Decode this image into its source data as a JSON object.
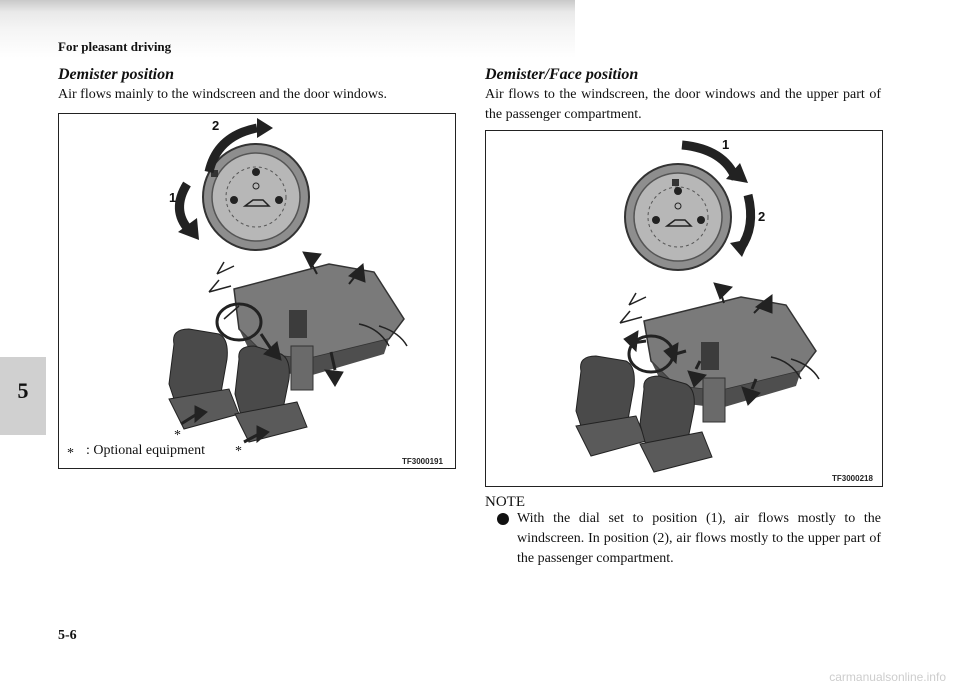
{
  "header": {
    "title": "For pleasant driving"
  },
  "section_tab": {
    "number": "5"
  },
  "left": {
    "heading": "Demister position",
    "body": "Air flows mainly to the windscreen and the door windows.",
    "figure": {
      "label_1": "1",
      "label_2": "2",
      "code": "TF3000191",
      "legend_mark": "*",
      "legend_text": ": Optional equipment",
      "asterisk_mark": "*"
    }
  },
  "right": {
    "heading": "Demister/Face position",
    "body": "Air flows to the windscreen, the door windows and the upper part of the passenger compartment.",
    "figure": {
      "label_1": "1",
      "label_2": "2",
      "code": "TF3000218"
    },
    "note": {
      "label": "NOTE",
      "text": "With the dial set to position (1), air flows mostly to the windscreen. In position (2), air flows mostly to the upper part of the passenger compartment."
    }
  },
  "footer": {
    "page_number": "5-6",
    "watermark": "carmanualsonline.info"
  }
}
